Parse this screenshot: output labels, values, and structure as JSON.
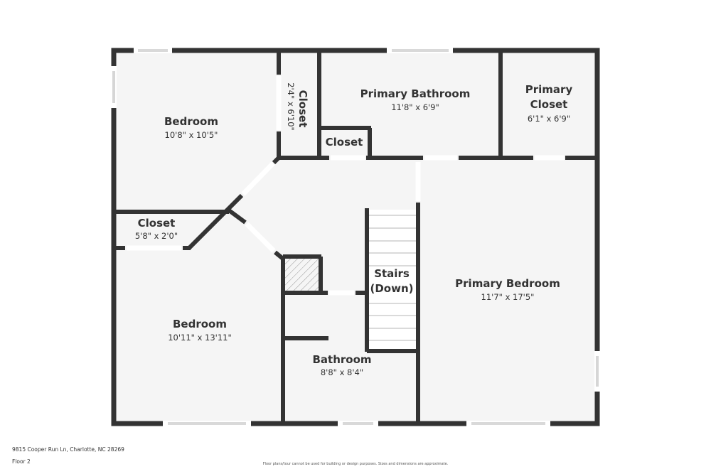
{
  "floor_plan": {
    "colors": {
      "wall": "#333333",
      "floor": "#f5f5f5",
      "background": "#ffffff",
      "text": "#333333"
    },
    "rooms": [
      {
        "name": "Bedroom",
        "dimensions": "10'8\" x 10'5\""
      },
      {
        "name": "Closet",
        "dimensions": "2'4\" x 6'10\""
      },
      {
        "name": "Primary Bathroom",
        "dimensions": "11'8\" x 6'9\""
      },
      {
        "name_line1": "Primary",
        "name_line2": "Closet",
        "dimensions": "6'1\" x 6'9\""
      },
      {
        "name": "Closet"
      },
      {
        "name": "Closet",
        "dimensions": "5'8\" x 2'0\""
      },
      {
        "name_line1": "Stairs",
        "name_line2": "(Down)"
      },
      {
        "name": "Primary Bedroom",
        "dimensions": "11'7\" x 17'5\""
      },
      {
        "name": "Bedroom",
        "dimensions": "10'11\" x 13'11\""
      },
      {
        "name": "Bathroom",
        "dimensions": "8'8\" x 8'4\""
      }
    ]
  },
  "footer": {
    "address": "9815 Cooper Run Ln, Charlotte, NC 28269",
    "floor": "Floor 2",
    "disclaimer": "Floor plans/tour cannot be used for building or design purposes. Sizes and dimensions are approximate."
  }
}
